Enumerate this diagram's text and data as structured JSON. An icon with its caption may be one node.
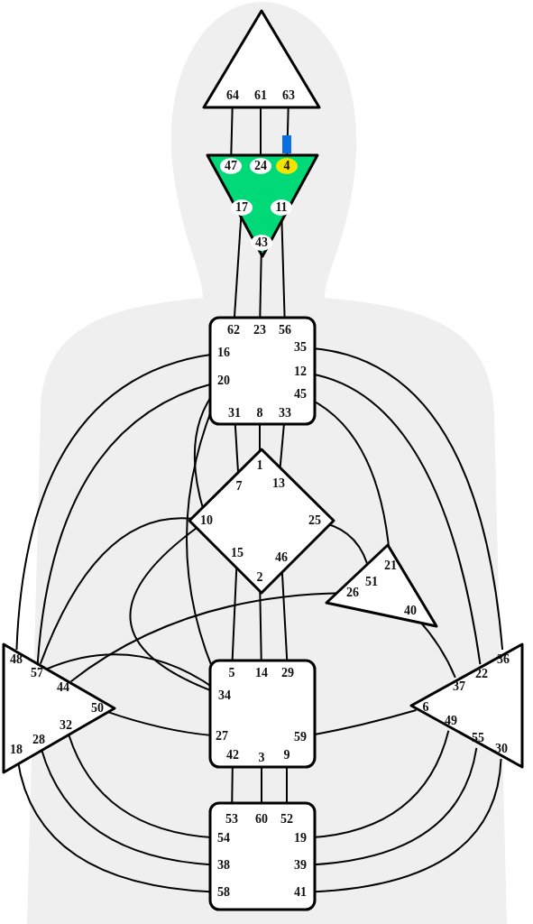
{
  "diagram": {
    "nodes": [
      {
        "text": [],
        "shape": "triangle"
      },
      {
        "text": [
          "64"
        ],
        "in": 0
      },
      {
        "text": [
          "61"
        ],
        "in": 0
      },
      {
        "text": [
          "63"
        ],
        "in": 0
      },
      {
        "text": [],
        "shape": "triangle"
      },
      {
        "text": [
          "47"
        ],
        "in": 4
      },
      {
        "text": [
          "24"
        ],
        "in": 4
      },
      {
        "text": [
          "4"
        ],
        "in": 4
      },
      {
        "text": [
          "17"
        ],
        "in": 4
      },
      {
        "text": [
          "11"
        ],
        "in": 4
      },
      {
        "text": [
          "43"
        ],
        "in": 4
      },
      {
        "text": [],
        "shape": "box"
      },
      {
        "text": [
          "62"
        ],
        "in": 11
      },
      {
        "text": [
          "23"
        ],
        "in": 11
      },
      {
        "text": [
          "56"
        ],
        "in": 11
      },
      {
        "text": [
          "16"
        ],
        "in": 11
      },
      {
        "text": [
          "35"
        ],
        "in": 11
      },
      {
        "text": [
          "20"
        ],
        "in": 11
      },
      {
        "text": [
          "12"
        ],
        "in": 11
      },
      {
        "text": [
          "45"
        ],
        "in": 11
      },
      {
        "text": [
          "31"
        ],
        "in": 11
      },
      {
        "text": [
          "8"
        ],
        "in": 11
      },
      {
        "text": [
          "33"
        ],
        "in": 11
      },
      {
        "text": [],
        "shape": "diamond"
      },
      {
        "text": [
          "1"
        ],
        "in": 23
      },
      {
        "text": [
          "7"
        ],
        "in": 23
      },
      {
        "text": [
          "13"
        ],
        "in": 23
      },
      {
        "text": [
          "10"
        ],
        "in": 23
      },
      {
        "text": [
          "25"
        ],
        "in": 23
      },
      {
        "text": [
          "15"
        ],
        "in": 23
      },
      {
        "text": [
          "46"
        ],
        "in": 23
      },
      {
        "text": [
          "2"
        ],
        "in": 23
      },
      {
        "text": [],
        "shape": "triangle"
      },
      {
        "text": [
          "21"
        ],
        "in": 32
      },
      {
        "text": [
          "51"
        ],
        "in": 32
      },
      {
        "text": [
          "26"
        ],
        "in": 32
      },
      {
        "text": [
          "40"
        ],
        "in": 32
      },
      {
        "text": [],
        "shape": "triangle"
      },
      {
        "text": [
          "48"
        ],
        "in": 37
      },
      {
        "text": [
          "57"
        ],
        "in": 37
      },
      {
        "text": [
          "44"
        ],
        "in": 37
      },
      {
        "text": [
          "50"
        ],
        "in": 37
      },
      {
        "text": [
          "32"
        ],
        "in": 37
      },
      {
        "text": [
          "28"
        ],
        "in": 37
      },
      {
        "text": [
          "18"
        ],
        "in": 37
      },
      {
        "text": [],
        "shape": "box"
      },
      {
        "text": [
          "5"
        ],
        "in": 45
      },
      {
        "text": [
          "14"
        ],
        "in": 45
      },
      {
        "text": [
          "29"
        ],
        "in": 45
      },
      {
        "text": [
          "34"
        ],
        "in": 45
      },
      {
        "text": [
          "27"
        ],
        "in": 45
      },
      {
        "text": [
          "59"
        ],
        "in": 45
      },
      {
        "text": [
          "42"
        ],
        "in": 45
      },
      {
        "text": [
          "3"
        ],
        "in": 45
      },
      {
        "text": [
          "9"
        ],
        "in": 45
      },
      {
        "text": [],
        "shape": "triangle"
      },
      {
        "text": [
          "36"
        ],
        "in": 55
      },
      {
        "text": [
          "22"
        ],
        "in": 55
      },
      {
        "text": [
          "37"
        ],
        "in": 55
      },
      {
        "text": [
          "6"
        ],
        "in": 55
      },
      {
        "text": [
          "49"
        ],
        "in": 55
      },
      {
        "text": [
          "55"
        ],
        "in": 55
      },
      {
        "text": [
          "30"
        ],
        "in": 55
      },
      {
        "text": [],
        "shape": "box"
      },
      {
        "text": [
          "53"
        ],
        "in": 63
      },
      {
        "text": [
          "60"
        ],
        "in": 63
      },
      {
        "text": [
          "52"
        ],
        "in": 63
      },
      {
        "text": [
          "54"
        ],
        "in": 63
      },
      {
        "text": [
          "19"
        ],
        "in": 63
      },
      {
        "text": [
          "38"
        ],
        "in": 63
      },
      {
        "text": [
          "39"
        ],
        "in": 63
      },
      {
        "text": [
          "58"
        ],
        "in": 63
      },
      {
        "text": [
          "41"
        ],
        "in": 63
      }
    ],
    "edges": [
      {
        "from": 1,
        "to": 5,
        "arrow": "none"
      },
      {
        "from": 2,
        "to": 6,
        "arrow": "none"
      },
      {
        "from": 3,
        "to": 7,
        "arrow": "none"
      },
      {
        "from": 8,
        "to": 12,
        "arrow": "none"
      },
      {
        "from": 10,
        "to": 13,
        "arrow": "none"
      },
      {
        "from": 9,
        "to": 14,
        "arrow": "none"
      },
      {
        "from": 20,
        "to": 25,
        "arrow": "none"
      },
      {
        "from": 21,
        "to": 24,
        "arrow": "none"
      },
      {
        "from": 22,
        "to": 26,
        "arrow": "none"
      },
      {
        "from": 17,
        "to": 27,
        "arrow": "none"
      },
      {
        "from": 17,
        "to": 49,
        "arrow": "none"
      },
      {
        "from": 15,
        "to": 38,
        "arrow": "none"
      },
      {
        "from": 17,
        "to": 39,
        "arrow": "none"
      },
      {
        "from": 19,
        "to": 33,
        "arrow": "none"
      },
      {
        "from": 16,
        "to": 56,
        "arrow": "none"
      },
      {
        "from": 18,
        "to": 57,
        "arrow": "none"
      },
      {
        "from": 27,
        "to": 39,
        "arrow": "none"
      },
      {
        "from": 27,
        "to": 49,
        "arrow": "none"
      },
      {
        "from": 28,
        "to": 34,
        "arrow": "none"
      },
      {
        "from": 29,
        "to": 46,
        "arrow": "none"
      },
      {
        "from": 31,
        "to": 47,
        "arrow": "none"
      },
      {
        "from": 30,
        "to": 48,
        "arrow": "none"
      },
      {
        "from": 35,
        "to": 40,
        "arrow": "none"
      },
      {
        "from": 36,
        "to": 58,
        "arrow": "none"
      },
      {
        "from": 39,
        "to": 49,
        "arrow": "none"
      },
      {
        "from": 41,
        "to": 50,
        "arrow": "none"
      },
      {
        "from": 42,
        "to": 67,
        "arrow": "none"
      },
      {
        "from": 43,
        "to": 69,
        "arrow": "none"
      },
      {
        "from": 44,
        "to": 71,
        "arrow": "none"
      },
      {
        "from": 51,
        "to": 59,
        "arrow": "none"
      },
      {
        "from": 52,
        "to": 64,
        "arrow": "none"
      },
      {
        "from": 53,
        "to": 65,
        "arrow": "none"
      },
      {
        "from": 54,
        "to": 66,
        "arrow": "none"
      },
      {
        "from": 60,
        "to": 68,
        "arrow": "none"
      },
      {
        "from": 61,
        "to": 70,
        "arrow": "none"
      },
      {
        "from": 62,
        "to": 72,
        "arrow": "none"
      }
    ]
  }
}
